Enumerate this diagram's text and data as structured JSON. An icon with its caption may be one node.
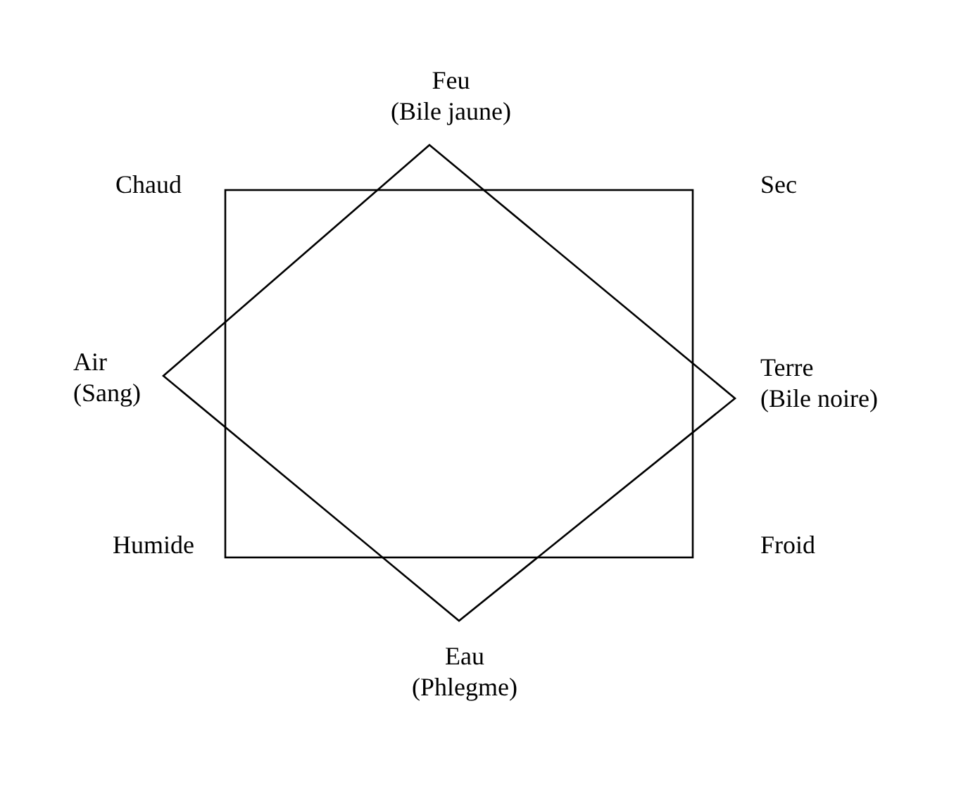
{
  "diagram": {
    "labels": [
      "Feu (Bile jaune)",
      "Chaud",
      "Sec",
      "Air (Sang)",
      "Terre (Bile noire)",
      "Humide",
      "Froid",
      "Eau (Phlegme)"
    ]
  }
}
